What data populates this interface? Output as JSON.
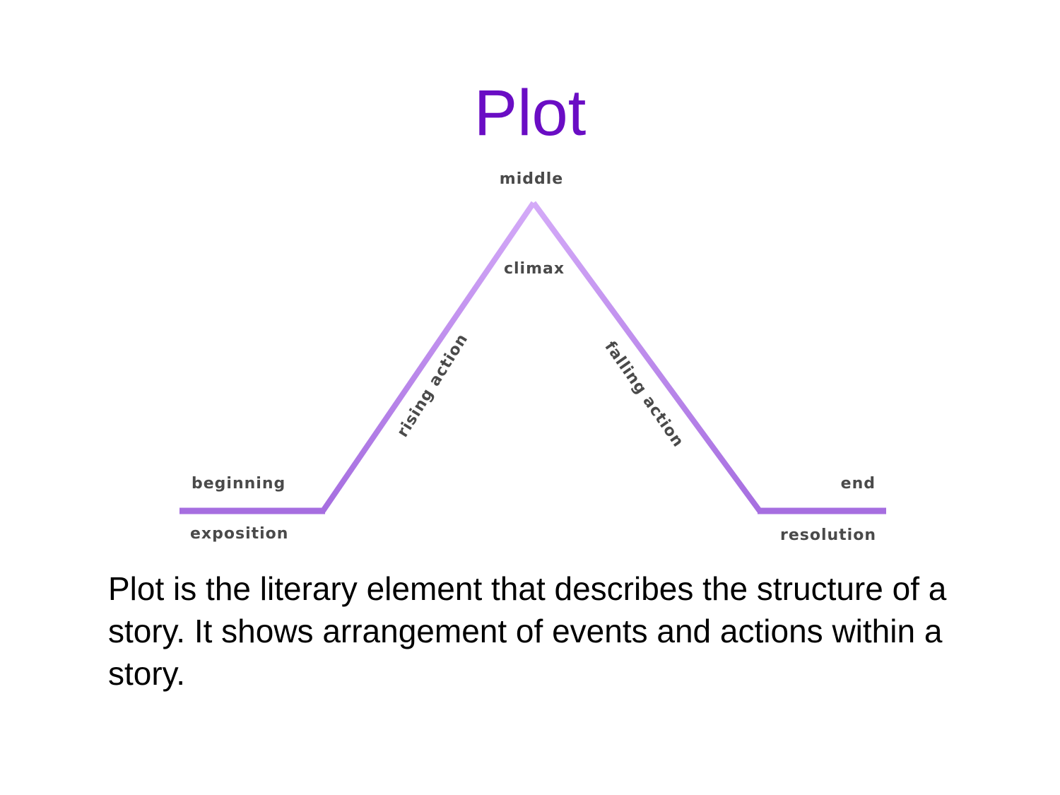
{
  "slide": {
    "title": "Plot",
    "description": "Plot is the literary element that describes the structure of a story. It shows arrangement of events and actions within a story."
  },
  "diagram": {
    "labels": {
      "middle": "middle",
      "climax": "climax",
      "rising_action": "rising action",
      "falling_action": "falling action",
      "beginning": "beginning",
      "exposition": "exposition",
      "end": "end",
      "resolution": "resolution"
    }
  },
  "colors": {
    "title": "#6a0dc4",
    "line_dark": "#a66ee0",
    "line_light": "#d4aaf8",
    "label_text": "#4a4a4a"
  }
}
